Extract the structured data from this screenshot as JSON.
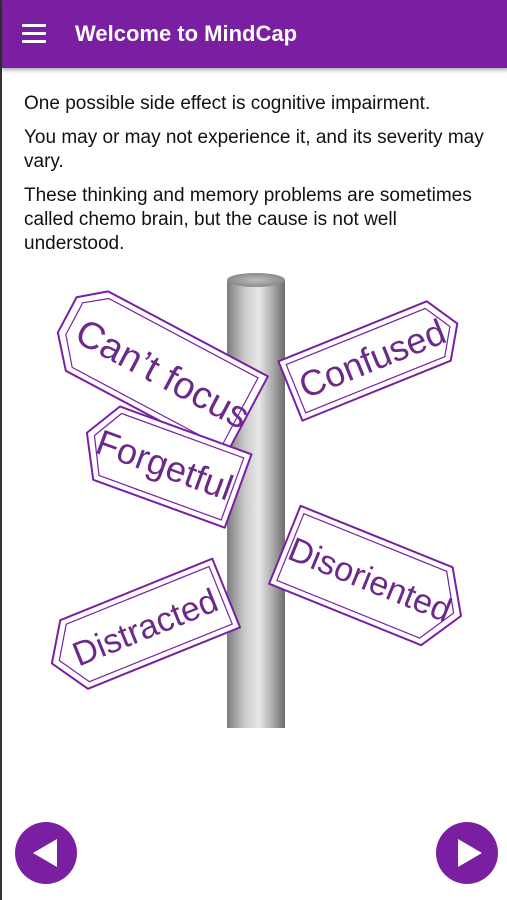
{
  "app_bar": {
    "title": "Welcome to MindCap",
    "background_color": "#7a1fa2",
    "menu_icon": "hamburger-menu-icon"
  },
  "content": {
    "paragraphs": [
      "One possible side effect is cognitive impairment.",
      "You may or may not experience it, and its severity may vary.",
      "These thinking and memory problems are sometimes called chemo brain, but the cause is not well understood."
    ]
  },
  "illustration": {
    "signs": [
      "Can’t focus",
      "Confused",
      "Forgetful",
      "Disoriented",
      "Distracted"
    ],
    "sign_color": "#7a1fa2"
  },
  "navigation": {
    "prev_icon": "arrow-left-icon",
    "next_icon": "arrow-right-icon",
    "button_color": "#7a1fa2"
  }
}
